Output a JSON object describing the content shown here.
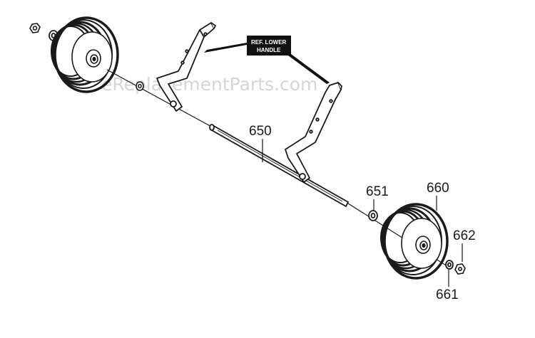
{
  "watermark": "eReplacementParts.com",
  "callout": {
    "line1": "REF. LOWER",
    "line2": "HANDLE"
  },
  "parts": [
    {
      "number": "650",
      "name": "axle"
    },
    {
      "number": "651",
      "name": "washer"
    },
    {
      "number": "660",
      "name": "wheel"
    },
    {
      "number": "661",
      "name": "washer"
    },
    {
      "number": "662",
      "name": "nut"
    }
  ],
  "colors": {
    "line": "#1a1a1a",
    "callout_bg": "#111111",
    "watermark": "#d6d6d6"
  }
}
